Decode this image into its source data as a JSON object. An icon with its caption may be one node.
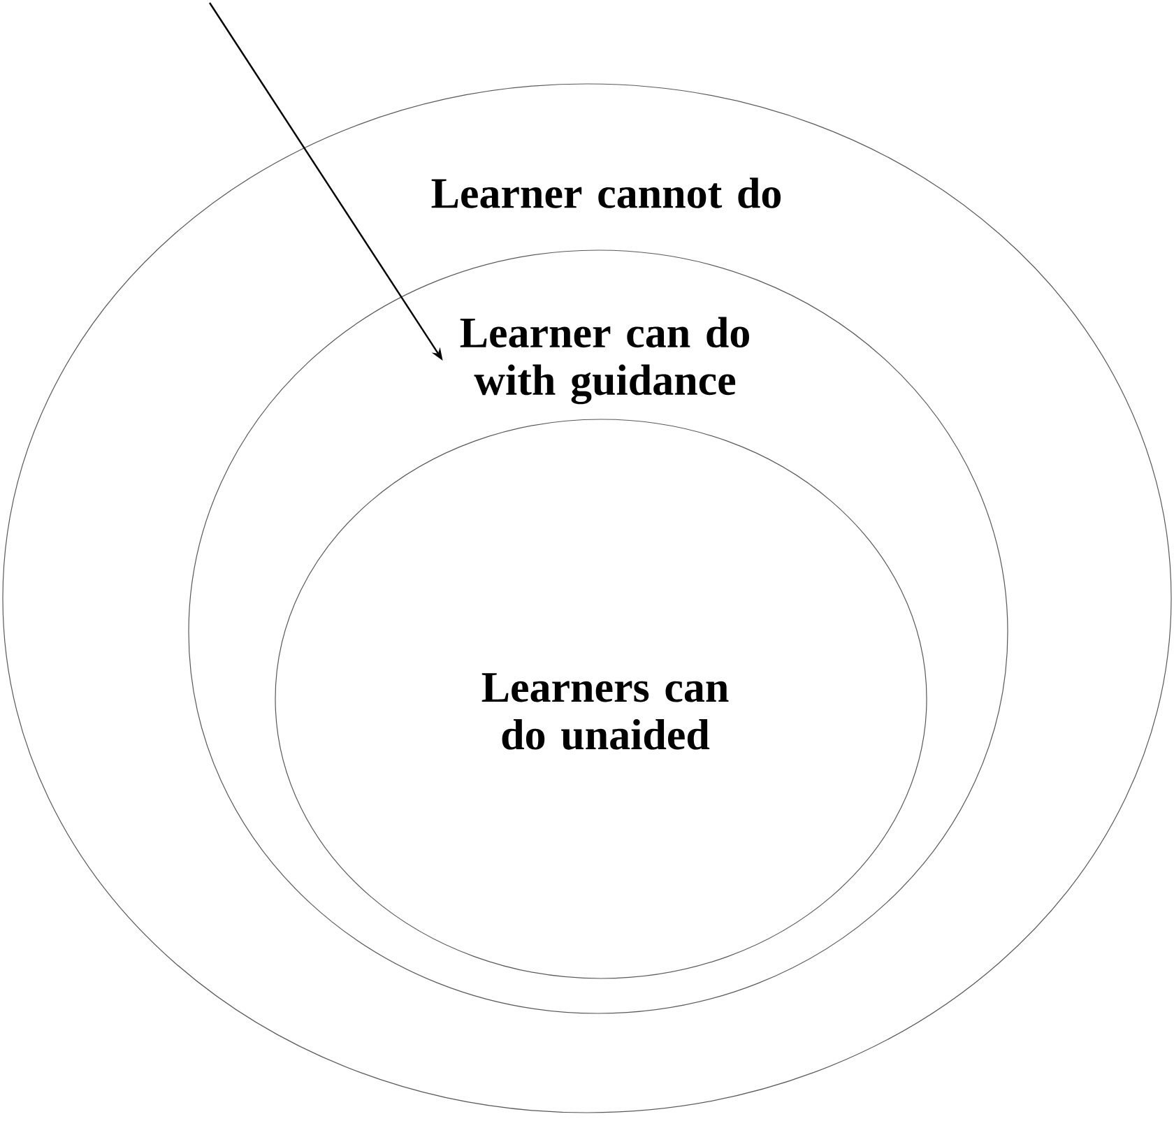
{
  "diagram": {
    "nodes": [
      {
        "text": [
          "Learner cannot do"
        ]
      },
      {
        "text": [
          "Learner can do with guidance"
        ],
        "in": 0
      },
      {
        "text": [
          "Learners can do unaided"
        ],
        "in": 1
      }
    ],
    "edges": [
      {
        "from": null,
        "to": 1,
        "arrow": "to"
      }
    ]
  }
}
